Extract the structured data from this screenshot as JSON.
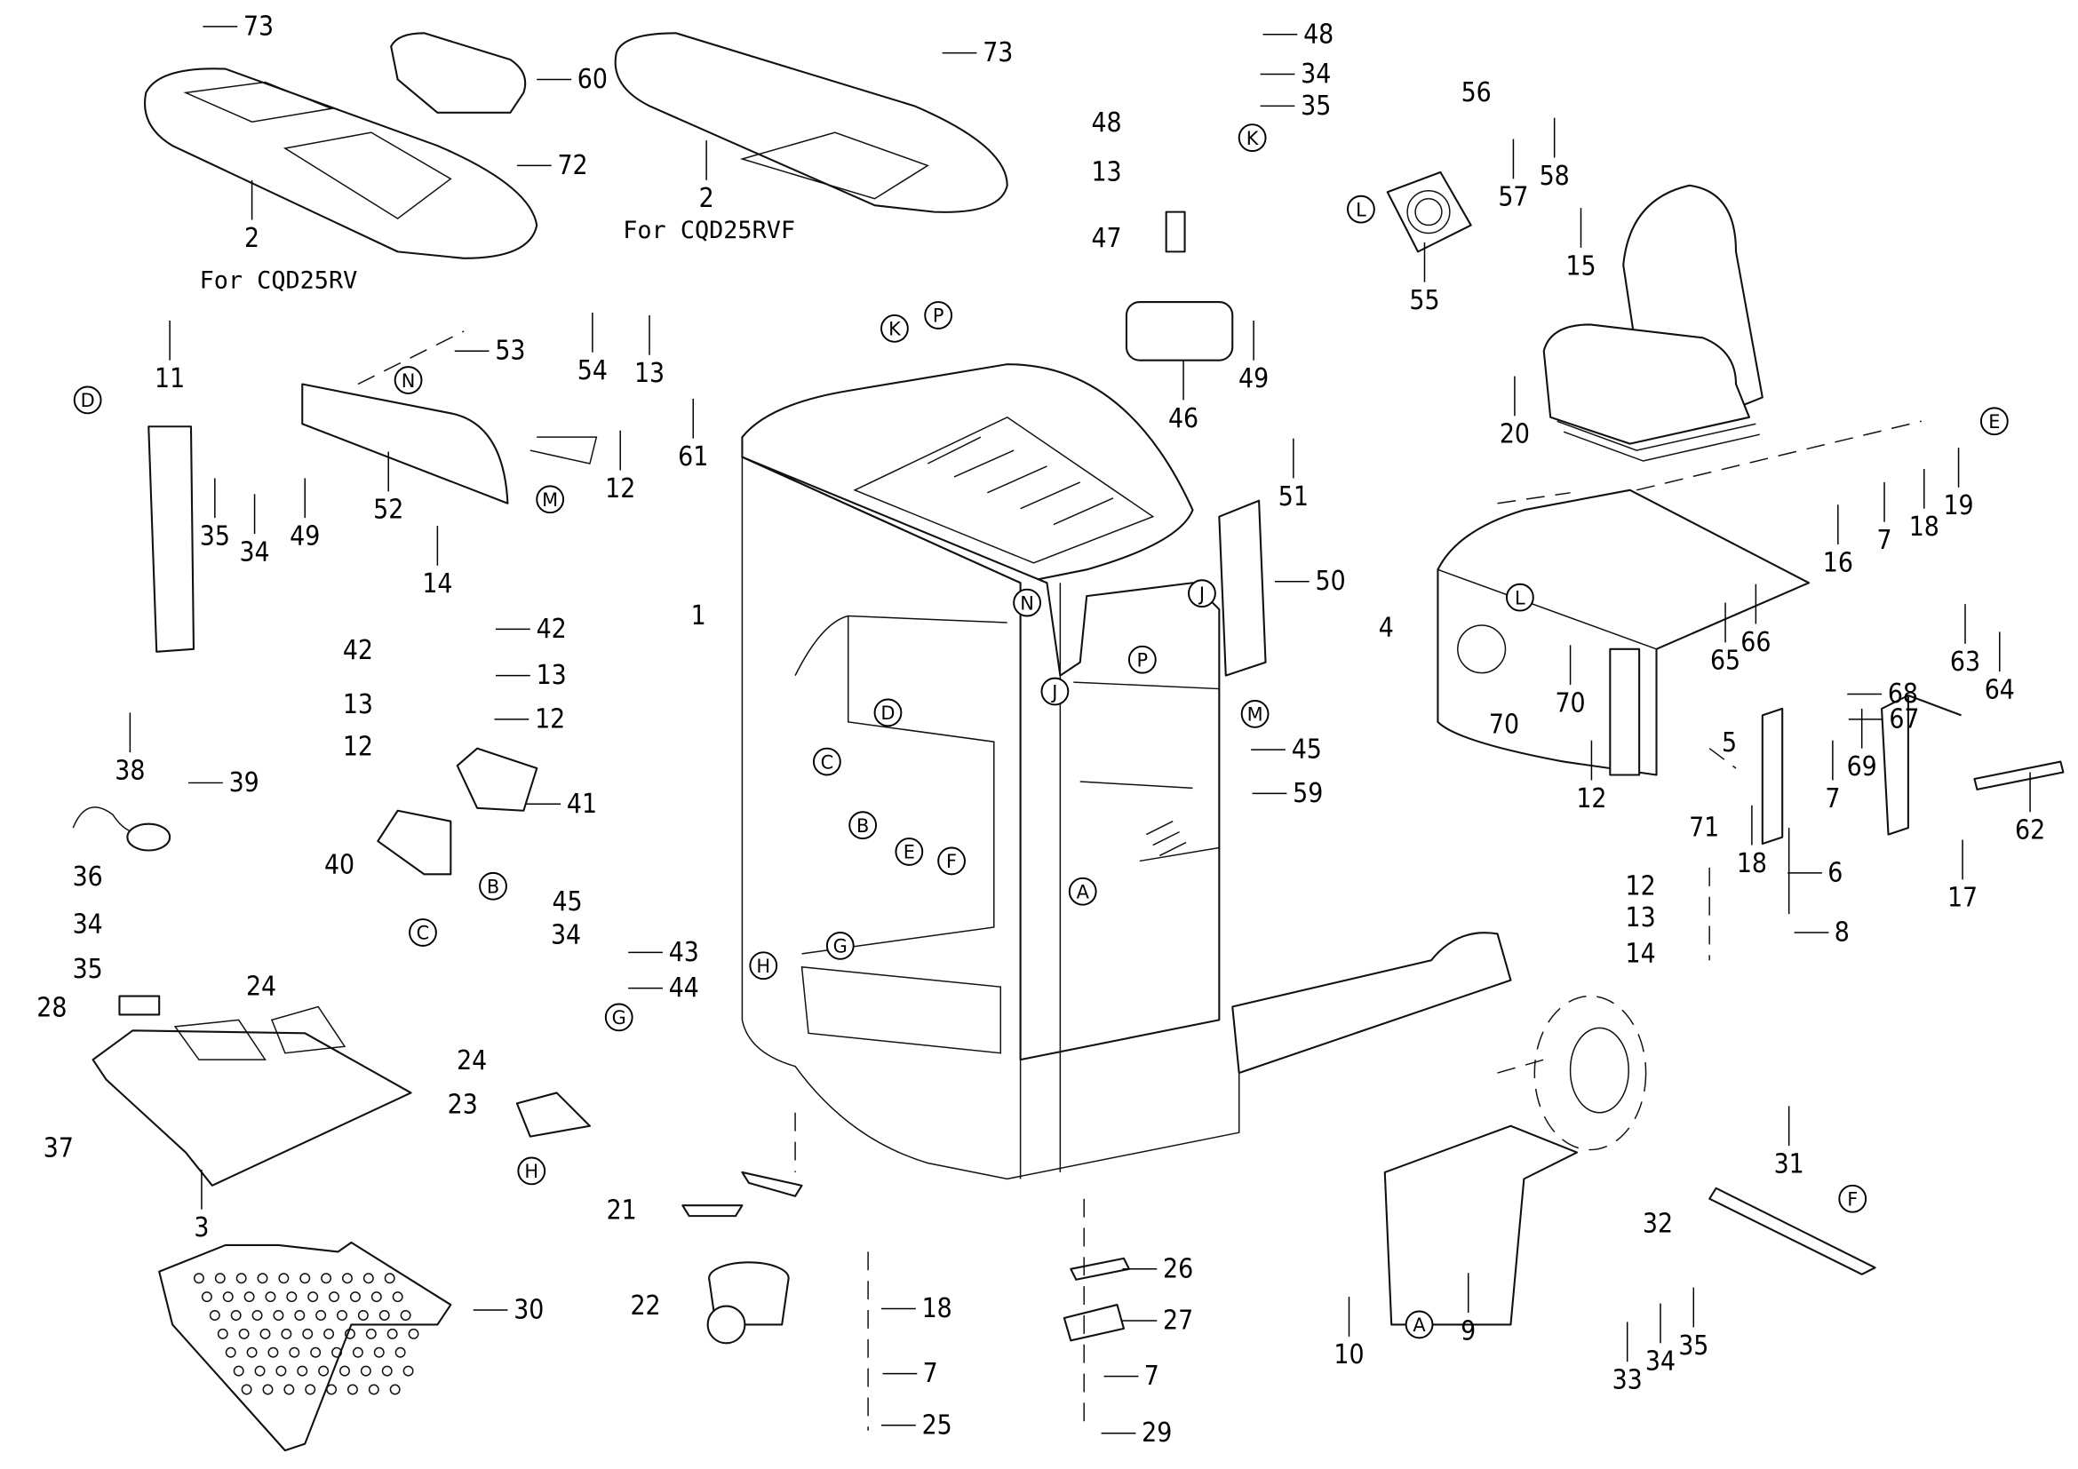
{
  "diagram": {
    "captions": [
      "For CQD25RV",
      "For CQD25RVF"
    ],
    "part_numbers": [
      "73",
      "60",
      "72",
      "2",
      "73",
      "2",
      "48",
      "34",
      "35",
      "48",
      "13",
      "47",
      "46",
      "49",
      "56",
      "57",
      "58",
      "55",
      "15",
      "20",
      "19",
      "16",
      "7",
      "18",
      "4",
      "51",
      "50",
      "53",
      "54",
      "13",
      "61",
      "52",
      "12",
      "14",
      "11",
      "35",
      "34",
      "49",
      "1",
      "45",
      "59",
      "42",
      "13",
      "12",
      "42",
      "13",
      "12",
      "41",
      "40",
      "38",
      "39",
      "36",
      "34",
      "35",
      "28",
      "24",
      "37",
      "3",
      "45",
      "34",
      "43",
      "44",
      "24",
      "23",
      "30",
      "21",
      "22",
      "18",
      "7",
      "25",
      "26",
      "27",
      "7",
      "29",
      "10",
      "9",
      "31",
      "32",
      "33",
      "34",
      "35",
      "65",
      "66",
      "70",
      "70",
      "12",
      "5",
      "7",
      "69",
      "68",
      "67",
      "63",
      "64",
      "62",
      "17",
      "71",
      "18",
      "6",
      "12",
      "13",
      "14",
      "8"
    ],
    "reference_letters": [
      "P",
      "K",
      "K",
      "L",
      "E",
      "L",
      "J",
      "N",
      "M",
      "D",
      "N",
      "J",
      "P",
      "D",
      "M",
      "C",
      "B",
      "E",
      "F",
      "A",
      "G",
      "H",
      "B",
      "C",
      "G",
      "H",
      "A",
      "F"
    ]
  }
}
